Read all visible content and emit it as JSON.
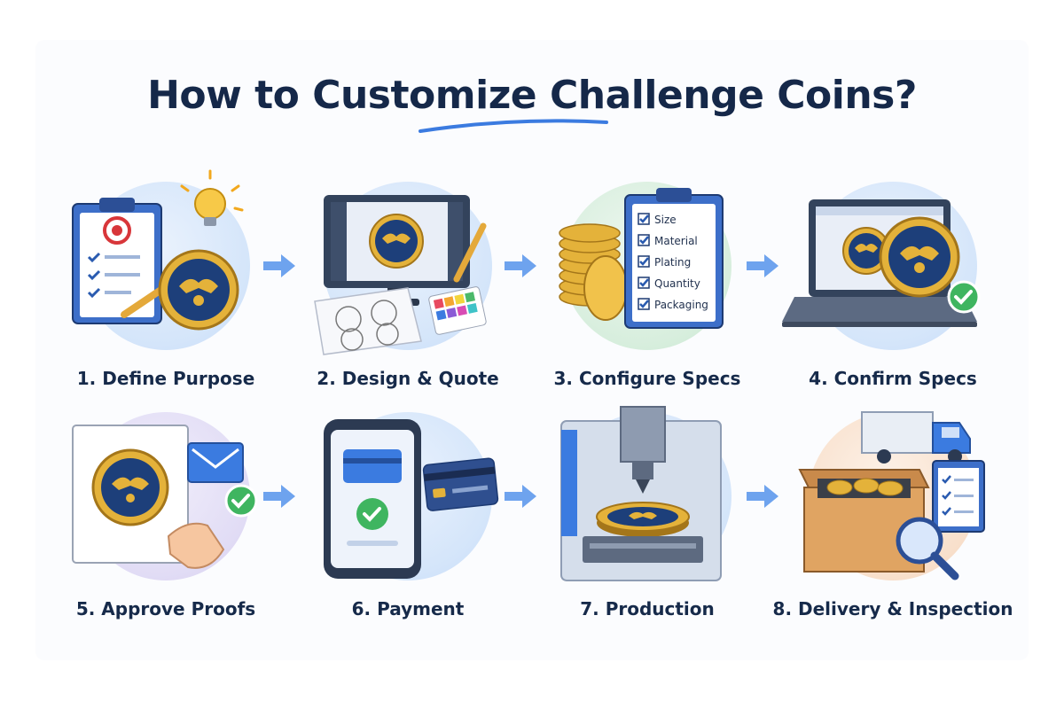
{
  "title": "How to Customize Challenge Coins?",
  "steps": [
    {
      "label": "1. Define Purpose",
      "icon": "clipboard-target-coin-icon",
      "bg": "blue"
    },
    {
      "label": "2. Design & Quote",
      "icon": "monitor-design-icon",
      "bg": "blue"
    },
    {
      "label": "3.  Configure Specs",
      "icon": "spec-checklist-icon",
      "bg": "green",
      "checklist": [
        "Size",
        "Material",
        "Plating",
        "Quantity",
        "Packaging"
      ]
    },
    {
      "label": "4. Confirm Specs",
      "icon": "laptop-coin-check-icon",
      "bg": "blue"
    },
    {
      "label": "5. Approve Proofs",
      "icon": "proof-approval-icon",
      "bg": "purple"
    },
    {
      "label": "6.  Payment",
      "icon": "phone-payment-icon",
      "bg": "blue"
    },
    {
      "label": "7.  Production",
      "icon": "minting-machine-icon",
      "bg": "blue"
    },
    {
      "label": "8. Delivery & Inspection",
      "icon": "delivery-box-truck-icon",
      "bg": "peach"
    }
  ],
  "colors": {
    "title": "#152849",
    "accent_blue": "#3b7be0",
    "coin_gold": "#e4b23a",
    "coin_navy": "#1d3f7a",
    "check_green": "#3fb560"
  }
}
